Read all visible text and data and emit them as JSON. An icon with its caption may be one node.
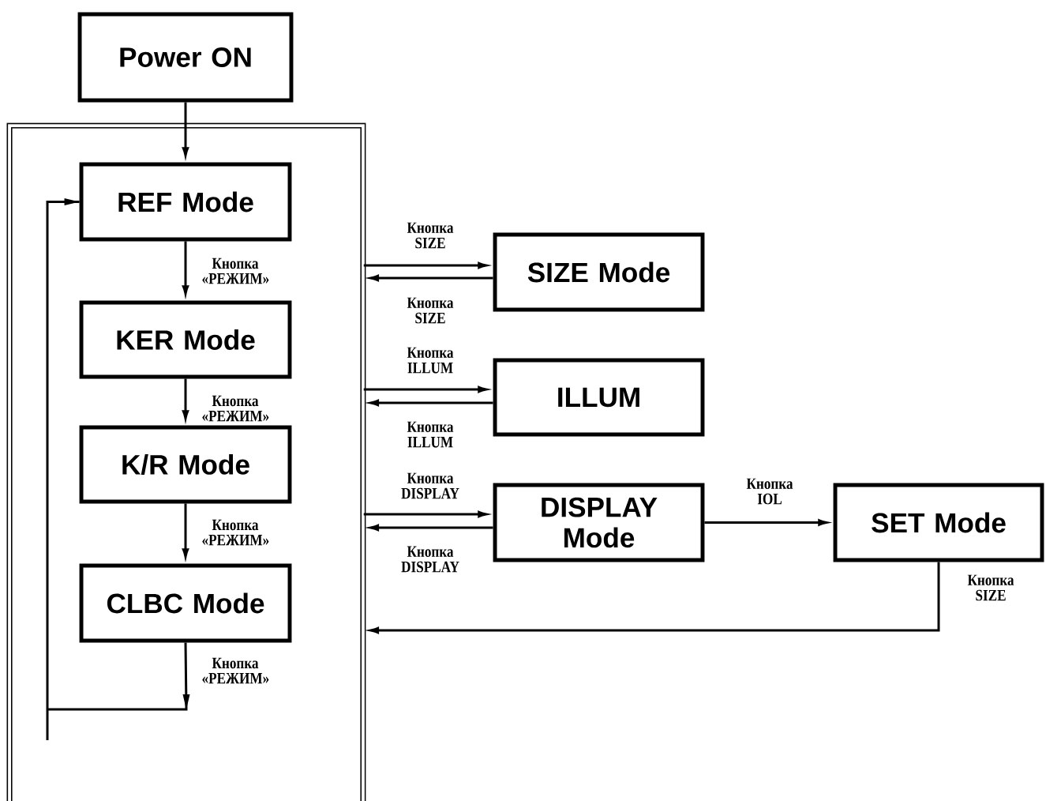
{
  "diagram": {
    "nodes": [
      {
        "text": [
          "Power ON"
        ]
      },
      {
        "text": [],
        "shape": "box"
      },
      {
        "text": [
          "REF Mode"
        ],
        "in": 1
      },
      {
        "text": [
          "KER Mode"
        ],
        "in": 1
      },
      {
        "text": [
          "K/R Mode"
        ],
        "in": 1
      },
      {
        "text": [
          "CLBC Mode"
        ],
        "in": 1
      },
      {
        "text": [
          "SIZE Mode"
        ]
      },
      {
        "text": [
          "ILLUM"
        ]
      },
      {
        "text": [
          "DISPLAY Mode"
        ]
      },
      {
        "text": [
          "SET Mode"
        ]
      }
    ],
    "edges": [
      {
        "from": 0,
        "to": 2,
        "arrow": "to"
      },
      {
        "from": 2,
        "to": 3,
        "arrow": "to",
        "label": "Кнопка «РЕЖИМ»"
      },
      {
        "from": 3,
        "to": 4,
        "arrow": "to",
        "label": "Кнопка «РЕЖИМ»"
      },
      {
        "from": 4,
        "to": 5,
        "arrow": "to",
        "label": "Кнопка «РЕЖИМ»"
      },
      {
        "from": 5,
        "to": 2,
        "arrow": "to",
        "label": "Кнопка «РЕЖИМ»"
      },
      {
        "from": 1,
        "to": 6,
        "arrow": "to",
        "label": "Кнопка SIZE"
      },
      {
        "from": 6,
        "to": 1,
        "arrow": "to",
        "label": "Кнопка SIZE"
      },
      {
        "from": 1,
        "to": 7,
        "arrow": "to",
        "label": "Кнопка ILLUM"
      },
      {
        "from": 7,
        "to": 1,
        "arrow": "to",
        "label": "Кнопка ILLUM"
      },
      {
        "from": 1,
        "to": 8,
        "arrow": "to",
        "label": "Кнопка DISPLAY"
      },
      {
        "from": 8,
        "to": 1,
        "arrow": "to",
        "label": "Кнопка DISPLAY"
      },
      {
        "from": 8,
        "to": 9,
        "arrow": "to",
        "label": "Кнопка IOL"
      },
      {
        "from": 9,
        "to": 1,
        "arrow": "to",
        "label": "Кнопка SIZE"
      }
    ]
  }
}
